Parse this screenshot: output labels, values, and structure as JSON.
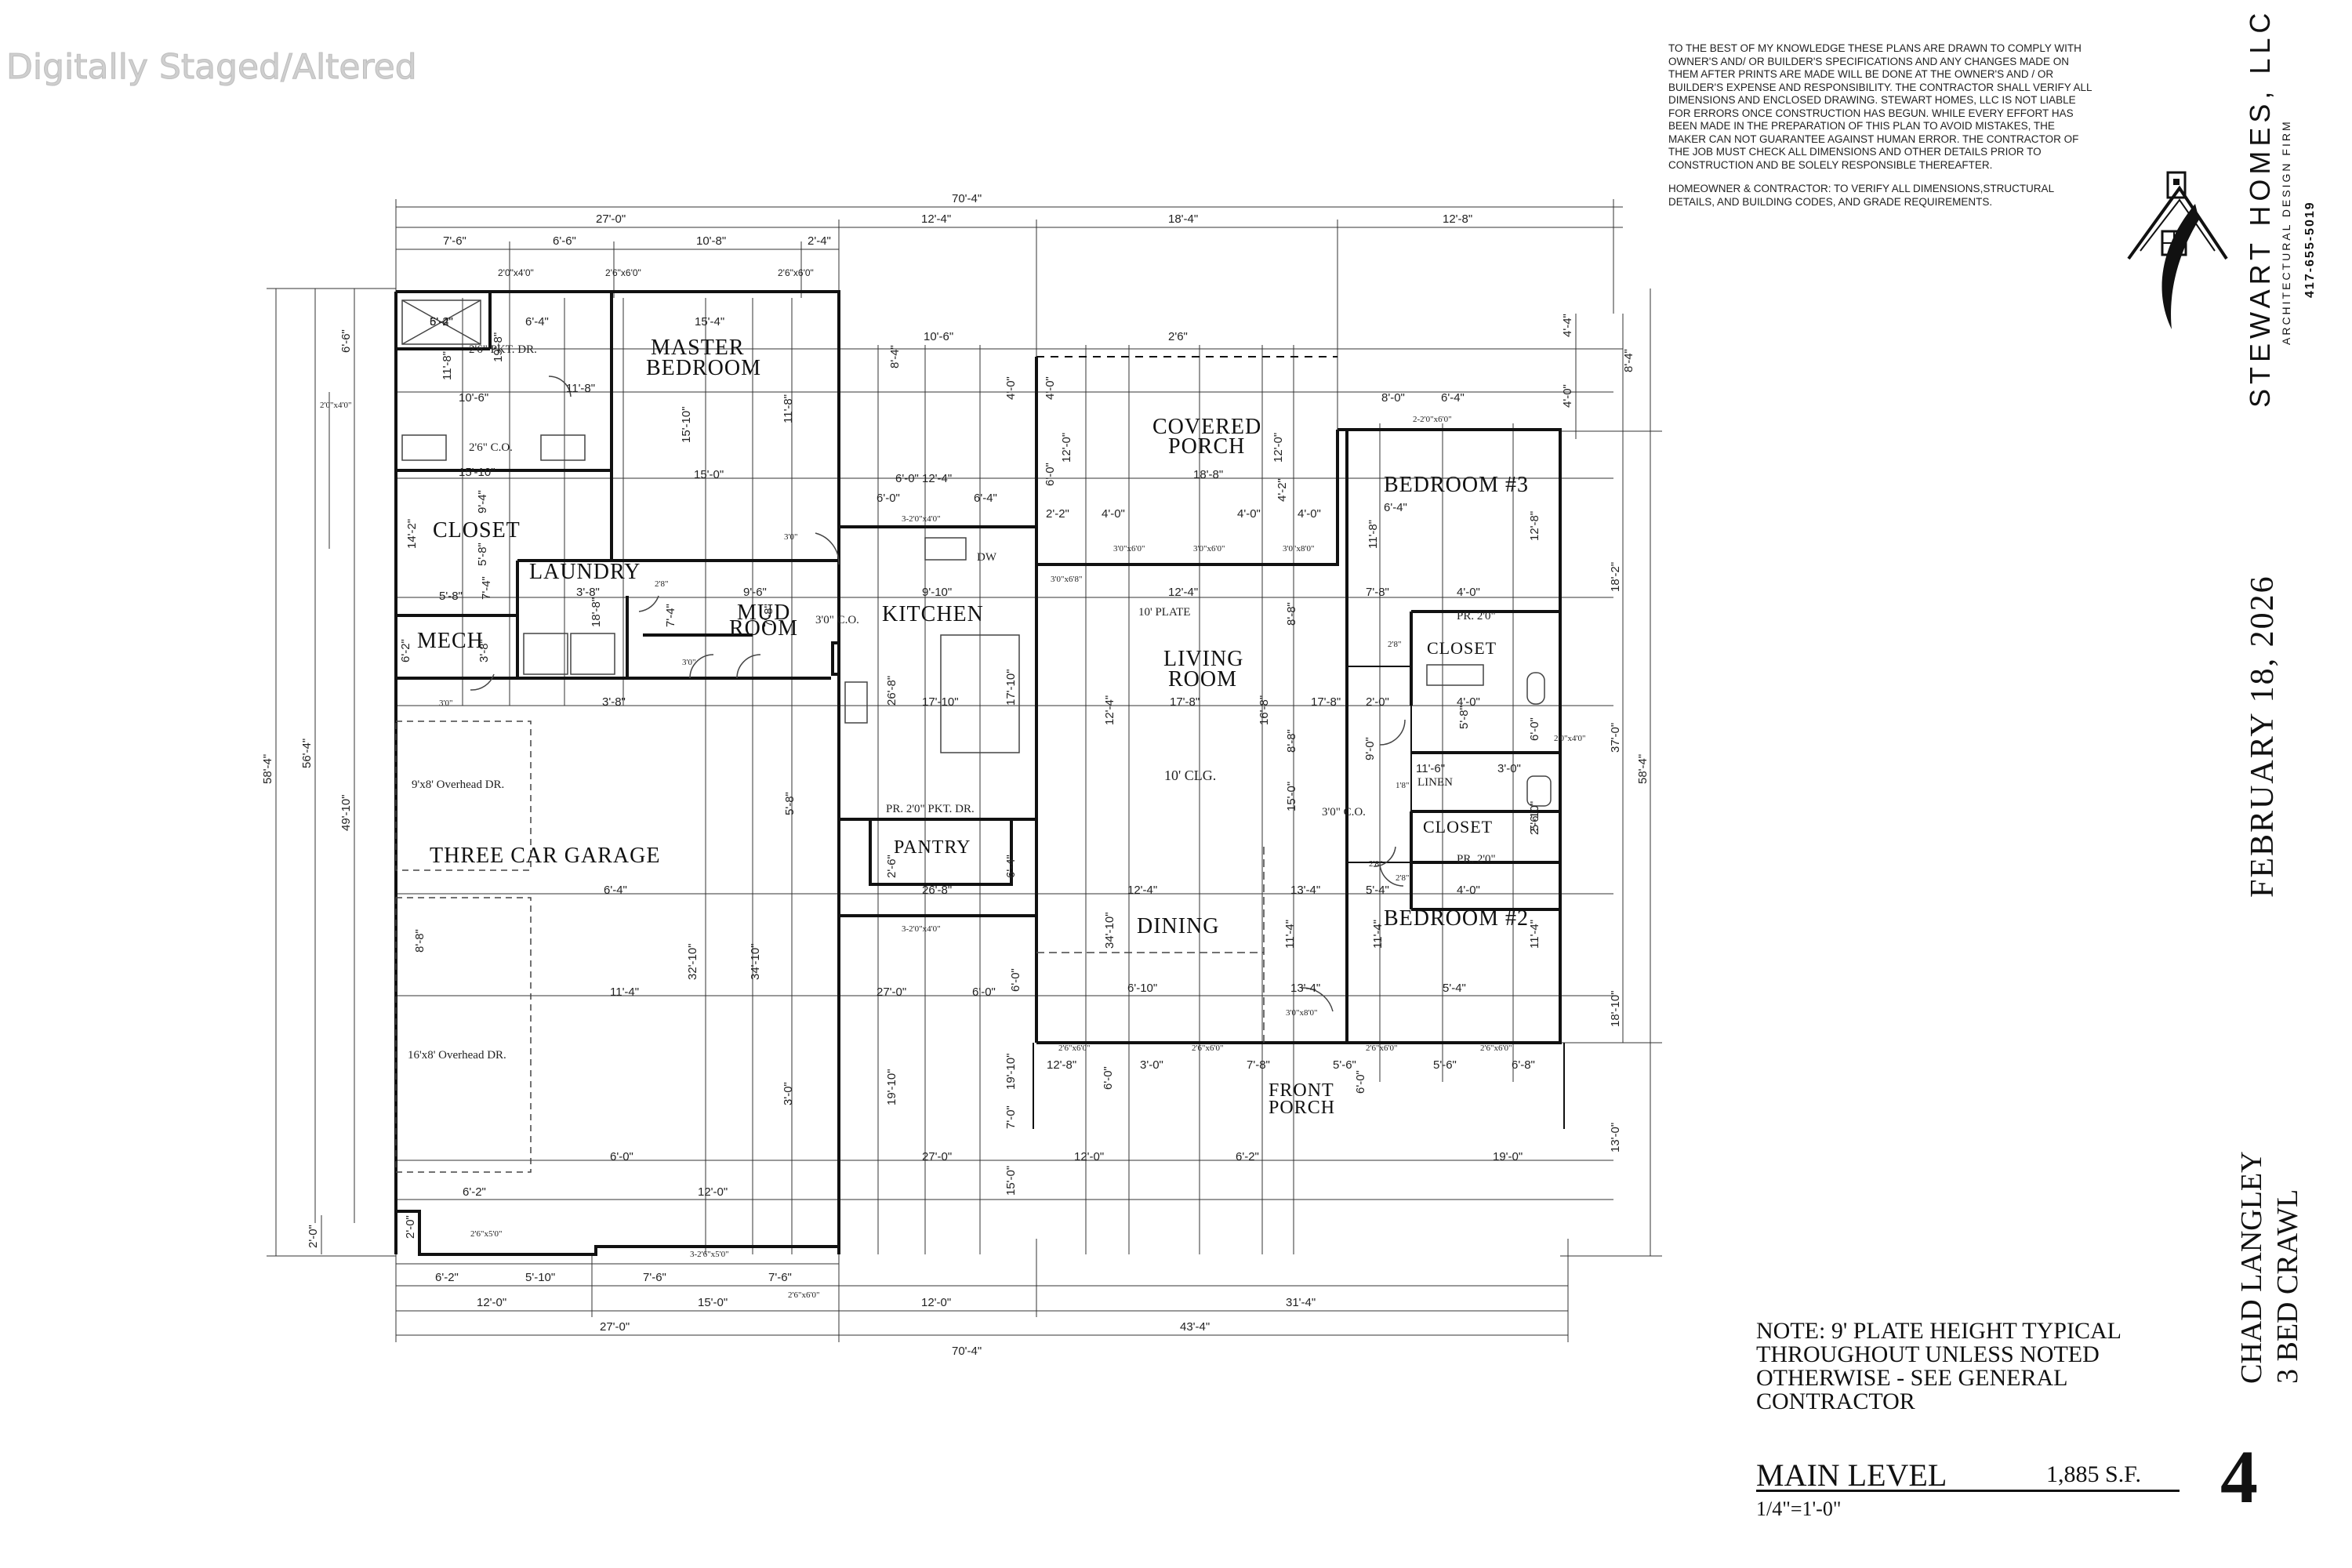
{
  "watermark": "Digitally Staged/Altered",
  "disclaimer": {
    "paragraph1": "TO THE BEST OF MY KNOWLEDGE THESE PLANS ARE DRAWN TO COMPLY WITH OWNER'S AND/ OR BUILDER'S SPECIFICATIONS AND ANY CHANGES MADE ON THEM AFTER PRINTS ARE MADE WILL BE DONE AT THE OWNER'S AND / OR BUILDER'S EXPENSE AND RESPONSIBILITY. THE CONTRACTOR SHALL VERIFY ALL DIMENSIONS AND ENCLOSED DRAWING. STEWART HOMES, LLC IS NOT LIABLE FOR ERRORS ONCE CONSTRUCTION HAS BEGUN. WHILE EVERY EFFORT HAS BEEN MADE IN THE PREPARATION OF THIS PLAN TO AVOID MISTAKES, THE MAKER CAN NOT GUARANTEE AGAINST HUMAN ERROR. THE CONTRACTOR OF THE JOB MUST CHECK ALL DIMENSIONS AND OTHER DETAILS PRIOR TO CONSTRUCTION AND BE SOLELY RESPONSIBLE THEREAFTER.",
    "paragraph2": "HOMEOWNER & CONTRACTOR: TO VERIFY ALL DIMENSIONS,STRUCTURAL DETAILS, AND BUILDING CODES, AND GRADE REQUIREMENTS."
  },
  "firm": {
    "name": "STEWART HOMES, LLC",
    "subtitle": "ARCHITECTURAL DESIGN FIRM",
    "phone": "417-655-5019"
  },
  "title_block": {
    "date": "FEBRUARY 18, 2026",
    "client": "CHAD LANGLEY",
    "plan_type": "3 BED CRAWL",
    "note": "NOTE: 9' PLATE HEIGHT TYPICAL THROUGHOUT UNLESS NOTED OTHERWISE - SEE GENERAL CONTRACTOR",
    "level": "MAIN LEVEL",
    "area": "1,885 S.F.",
    "scale": "1/4\"=1'-0\"",
    "sheet": "4"
  },
  "plan": {
    "rooms": {
      "master_bedroom": [
        "MASTER",
        "BEDROOM"
      ],
      "covered_porch": [
        "COVERED",
        "PORCH"
      ],
      "bedroom3": "BEDROOM #3",
      "closet_master": "CLOSET",
      "laundry": "LAUNDRY",
      "mud_room": [
        "MUD",
        "ROOM"
      ],
      "kitchen": "KITCHEN",
      "living_room": [
        "LIVING",
        "ROOM"
      ],
      "mech": "MECH",
      "closet_bath": "CLOSET",
      "pantry": "PANTRY",
      "garage": "THREE CAR GARAGE",
      "closet_bed2": "CLOSET",
      "linen": "LINEN",
      "dining": "DINING",
      "bedroom2": "BEDROOM #2",
      "front_porch": [
        "FRONT",
        "PORCH"
      ]
    },
    "notes": {
      "dw": "DW",
      "plate": "10' PLATE",
      "ceiling": "10' CLG.",
      "door_top": "9'x8' Overhead DR.",
      "door_bottom": "16'x8' Overhead DR.",
      "pkt_dr_bath": "2'6\" PKT. DR.",
      "pkt_dr_pantry": "PR. 2'0\" PKT. DR.",
      "co_bath": "2'6\" C.O.",
      "co_kitchen": "3'0\" C.O.",
      "co_hall": "3'0\" C.O.",
      "pr_top": "PR. 2'0\"",
      "pr_bottom": "PR. 2'0\""
    },
    "dims_top": {
      "overall": "70'-4\"",
      "row2": [
        "27'-0\"",
        "12'-4\"",
        "18'-4\"",
        "12'-8\""
      ],
      "row3": [
        "7'-6\"",
        "6'-6\"",
        "10'-8\"",
        "2'-4\""
      ],
      "windows": [
        "2'0\"x4'0\"",
        "2'6\"x6'0\"",
        "2'6\"x6'0\""
      ]
    },
    "dims_bottom": {
      "overall": "70'-4\"",
      "row1": [
        "27'-0\"",
        "43'-4\""
      ],
      "row2": [
        "12'-0\"",
        "15'-0\"",
        "12'-0\"",
        "31'-4\""
      ],
      "row3": [
        "6'-2\"",
        "5'-10\"",
        "7'-6\"",
        "7'-6\""
      ]
    },
    "dims_left": [
      "58'-4\"",
      "56'-4\"",
      "49'-10\"",
      "6'-6\"",
      "2'-0\""
    ],
    "dims_right": [
      "58'-4\"",
      "37'-0\"",
      "18'-2\"",
      "18'-10\"",
      "13'-0\"",
      "8'-4\"",
      "4'-4\"",
      "4'-0\""
    ],
    "interior_dims": [
      {
        "t": "5'-4\""
      },
      {
        "t": "6'-4\""
      },
      {
        "t": "15'-4\""
      },
      {
        "t": "11'-8\""
      },
      {
        "t": "19'-8\""
      },
      {
        "t": "10'-6\""
      },
      {
        "t": "10'-6\""
      },
      {
        "t": "2'6\""
      },
      {
        "t": "11'-8\""
      },
      {
        "t": "15'-10\""
      },
      {
        "t": "15'-10\""
      },
      {
        "t": "11'-8\""
      },
      {
        "t": "15'-0\""
      },
      {
        "t": "8'-4\""
      },
      {
        "t": "4'-0\""
      },
      {
        "t": "4'-0\""
      },
      {
        "t": "12'-0\""
      },
      {
        "t": "12'-0\""
      },
      {
        "t": "18'-8\""
      },
      {
        "t": "6'-0\""
      },
      {
        "t": "6'-0\""
      },
      {
        "t": "12'-4\""
      },
      {
        "t": "6'-0\""
      },
      {
        "t": "6'-4\""
      },
      {
        "t": "2'-2\""
      },
      {
        "t": "4'-0\""
      },
      {
        "t": "4'-0\""
      },
      {
        "t": "4'-0\""
      },
      {
        "t": "4'-2\""
      },
      {
        "t": "8'-0\""
      },
      {
        "t": "6'-4\""
      },
      {
        "t": "6'-4\""
      },
      {
        "t": "12'-8\""
      },
      {
        "t": "11'-8\""
      },
      {
        "t": "14'-2\""
      },
      {
        "t": "9'-4\""
      },
      {
        "t": "5'-8\""
      },
      {
        "t": "5'-8\""
      },
      {
        "t": "7'-4\""
      },
      {
        "t": "3'-8\""
      },
      {
        "t": "9'-6\""
      },
      {
        "t": "9'-10\""
      },
      {
        "t": "12'-4\""
      },
      {
        "t": "18'-8\""
      },
      {
        "t": "7'-4\""
      },
      {
        "t": "7'-8\""
      },
      {
        "t": "7'-8\""
      },
      {
        "t": "4'-0\""
      },
      {
        "t": "8'-8\""
      },
      {
        "t": "6'-2\""
      },
      {
        "t": "3'-8\""
      },
      {
        "t": "3'-8\""
      },
      {
        "t": "26'-8\""
      },
      {
        "t": "17'-10\""
      },
      {
        "t": "17'-10\""
      },
      {
        "t": "12'-4\""
      },
      {
        "t": "17'-8\""
      },
      {
        "t": "16'-8\""
      },
      {
        "t": "17'-8\""
      },
      {
        "t": "2'-0\""
      },
      {
        "t": "4'-0\""
      },
      {
        "t": "8'-8\""
      },
      {
        "t": "5'-8\""
      },
      {
        "t": "6'-0\""
      },
      {
        "t": "9'-0\""
      },
      {
        "t": "11'-6\""
      },
      {
        "t": "3'-0\""
      },
      {
        "t": "5'-8\""
      },
      {
        "t": "15'-0\""
      },
      {
        "t": "5'-10\""
      },
      {
        "t": "2'-6\""
      },
      {
        "t": "2'-6\""
      },
      {
        "t": "6'-4\""
      },
      {
        "t": "6'-4\""
      },
      {
        "t": "26'-8\""
      },
      {
        "t": "12'-4\""
      },
      {
        "t": "13'-4\""
      },
      {
        "t": "5'-4\""
      },
      {
        "t": "4'-0\""
      },
      {
        "t": "8'-8\""
      },
      {
        "t": "32'-10\""
      },
      {
        "t": "34'-10\""
      },
      {
        "t": "34'-10\""
      },
      {
        "t": "11'-4\""
      },
      {
        "t": "11'-4\""
      },
      {
        "t": "11'-4\""
      },
      {
        "t": "11'-4\""
      },
      {
        "t": "27'-0\""
      },
      {
        "t": "6'-0\""
      },
      {
        "t": "6'-0\""
      },
      {
        "t": "6'-10\""
      },
      {
        "t": "13'-4\""
      },
      {
        "t": "5'-4\""
      },
      {
        "t": "12'-8\""
      },
      {
        "t": "3'-0\""
      },
      {
        "t": "7'-8\""
      },
      {
        "t": "5'-6\""
      },
      {
        "t": "5'-6\""
      },
      {
        "t": "6'-8\""
      },
      {
        "t": "3'-0\""
      },
      {
        "t": "19'-10\""
      },
      {
        "t": "19'-10\""
      },
      {
        "t": "6'-0\""
      },
      {
        "t": "6'-0\""
      },
      {
        "t": "6'-0\""
      },
      {
        "t": "27'-0\""
      },
      {
        "t": "12'-0\""
      },
      {
        "t": "6'-2\""
      },
      {
        "t": "19'-0\""
      },
      {
        "t": "6'-2\""
      },
      {
        "t": "12'-0\""
      },
      {
        "t": "15'-0\""
      },
      {
        "t": "7'-0\""
      },
      {
        "t": "2'-0\""
      },
      {
        "t": "6'-2\""
      }
    ],
    "window_tags": [
      "2'6\"x6'0\"",
      "3'0\"",
      "3'0\"",
      "3'0\"",
      "3'0\"x6'8\"",
      "3'0\"x6'0\"",
      "3'0\"x6'0\"",
      "3'0\"x8'0\"",
      "2-2'0\"x6'0\"",
      "3-2'0\"x4'0\"",
      "3-2'0\"x4'0\"",
      "2'8\"",
      "2'8\"",
      "2'8\"",
      "2'8\"",
      "1'8\"",
      "3'0\"x8'0\"",
      "2'6\"x6'0\"",
      "2'6\"x6'0\"",
      "2'6\"x6'0\"",
      "2'6\"x6'0\"",
      "2'6\"x5'0\"",
      "3-2'6\"x5'0\"",
      "2'0\"x4'0\"",
      "2'0\"x4'0\""
    ]
  }
}
